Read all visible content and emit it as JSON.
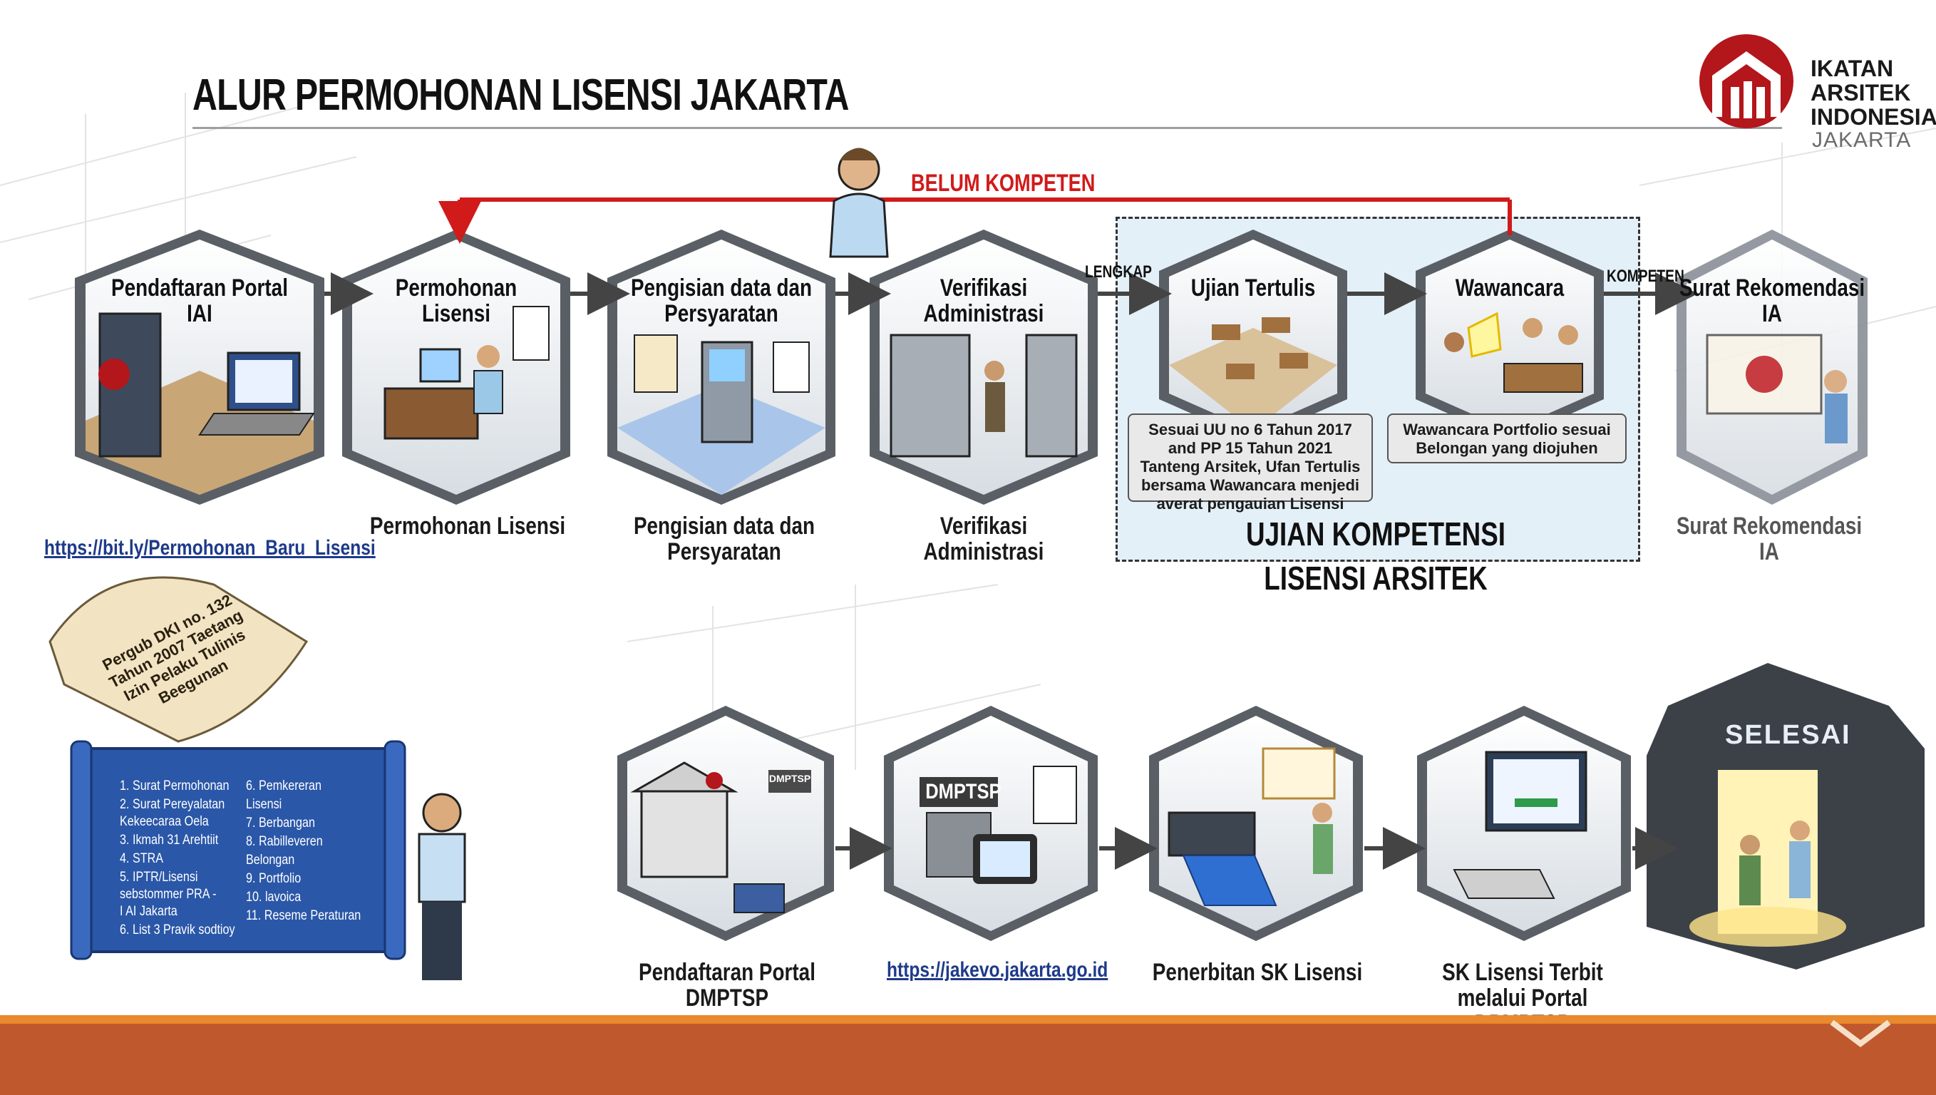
{
  "title": "ALUR PERMOHONAN LISENSI JAKARTA",
  "logo": {
    "line1": "IKATAN",
    "line2": "ARSITEK",
    "line3": "INDONESIA",
    "line4": "JAKARTA"
  },
  "top_flow": {
    "feedback_label": "BELUM KOMPETEN",
    "lengkap_label": "LENGKAP",
    "kompeten_label": "KOMPETEN",
    "steps": [
      {
        "label": "Pendaftaran Portal IAI",
        "caption": ""
      },
      {
        "label": "Permohonan Lisensi",
        "caption": "Permohonan Lisensi"
      },
      {
        "label": "Pengisian data dan Persyaratan",
        "caption": "Pengisian data dan Persyaratan"
      },
      {
        "label": "Verifikasi Administrasi",
        "caption": "Verifikasi Administrasi"
      },
      {
        "label": "Ujian Tertulis",
        "caption": ""
      },
      {
        "label": "Wawancara",
        "caption": ""
      },
      {
        "label": "Surat Rekomendasi IA",
        "caption": "Surat Rekomendasi IA"
      }
    ],
    "link_iai": "https://bit.ly/Permohonan_Baru_Lisensi",
    "note_tertulis": "Sesuai UU no 6 Tahun 2017 and PP 15 Tahun 2021 Tanteng Arsitek, Ufan Tertulis bersama Wawancara menjedi averat pengauian Lisensi",
    "note_wawancara": "Wawancara Portfolio sesuai Belongan yang diojuhen",
    "ujian_title_1": "UJIAN KOMPETENSI",
    "ujian_title_2": "LISENSI ARSITEK"
  },
  "scroll": {
    "text": "Pergub DKI no. 132 Tahun 2007 Taetang Izin Pelaku Tulinis Beegunan"
  },
  "documents": {
    "col1": [
      "1. Surat Permohonan",
      "2. Surat Pereyalatan",
      "    Kekeecaraa Oela",
      "3. Ikmah 31 Arehtiit",
      "4. STRA",
      "5. IPTR/Lisensi",
      "    sebstommer PRA -",
      "    I AI Jakarta",
      "6. List 3 Pravik sodtioy"
    ],
    "col2": [
      "6. Pemkereran",
      "    Lisensi",
      "7. Berbangan",
      "8. Rabilleveren",
      "    Belongan",
      "9.  Portfolio",
      "10. lavoica",
      "11. Reseme Peraturan"
    ]
  },
  "bottom_flow": {
    "steps": [
      {
        "caption": "Pendaftaran Portal DMPTSP",
        "sign": "DMPTSP"
      },
      {
        "caption": "",
        "sign": "DMPTSP"
      },
      {
        "caption": "Penerbitan SK Lisensi",
        "sign": ""
      },
      {
        "caption": "SK Lisensi Terbit melalui Portal DPMPTSP",
        "sign": ""
      },
      {
        "caption": "",
        "sign": "SELESAI"
      }
    ],
    "link_jakevo": "https://jakevo.jakarta.go.id"
  },
  "colors": {
    "accent_red": "#d11a1a",
    "footer": "#c0582e",
    "footer_top": "#e88a2d",
    "link": "#1e3a8a",
    "logo_red": "#b3161b"
  }
}
